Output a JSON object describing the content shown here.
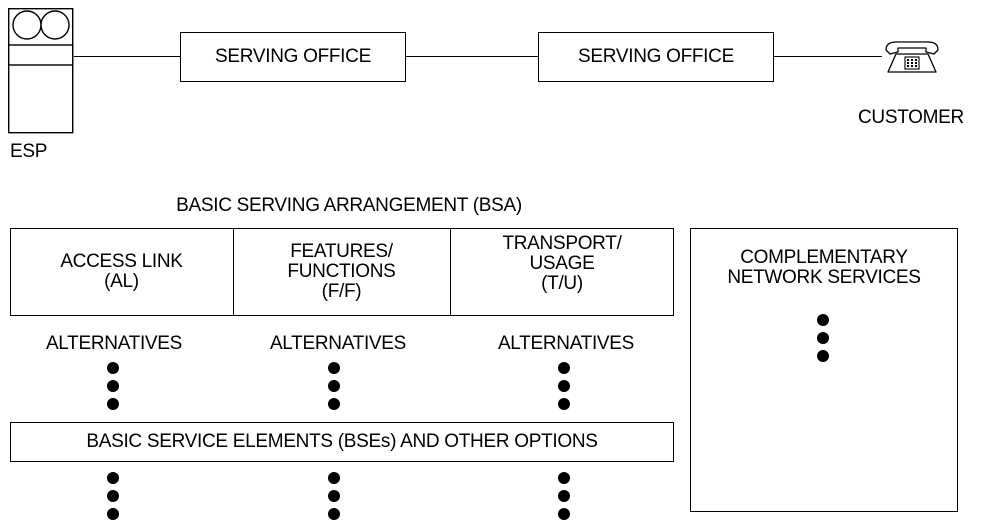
{
  "top": {
    "esp_label": "ESP",
    "office1_label": "SERVING OFFICE",
    "office2_label": "SERVING OFFICE",
    "customer_label": "CUSTOMER"
  },
  "bsa": {
    "title": "BASIC SERVING ARRANGEMENT (BSA)",
    "access_link": [
      "ACCESS LINK",
      "(AL)"
    ],
    "features": [
      "FEATURES/",
      "FUNCTIONS",
      "(F/F)"
    ],
    "transport": [
      "TRANSPORT/",
      "USAGE",
      "(T/U)"
    ]
  },
  "alternatives": [
    "ALTERNATIVES",
    "ALTERNATIVES",
    "ALTERNATIVES"
  ],
  "bse_label": "BASIC SERVICE ELEMENTS (BSEs) AND OTHER OPTIONS",
  "cns": [
    "COMPLEMENTARY",
    "NETWORK SERVICES"
  ]
}
